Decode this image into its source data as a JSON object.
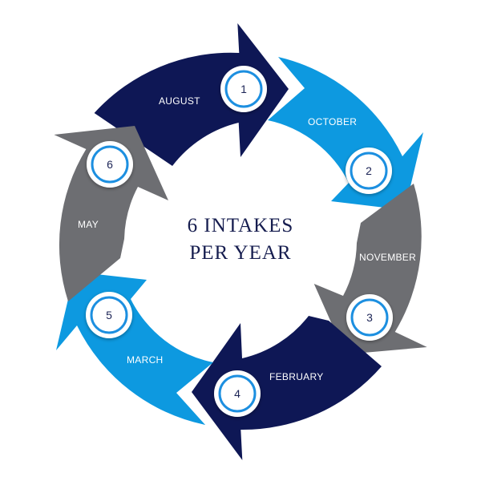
{
  "title": {
    "line1": "6 INTAKES",
    "line2": "PER YEAR"
  },
  "colors": {
    "navy": "#0e1755",
    "light_blue": "#0d99e0",
    "gray": "#6d6e72",
    "badge_ring": "#1f8fe0",
    "title": "#161d4f"
  },
  "intakes": [
    {
      "number": "1",
      "month": "AUGUST",
      "color": "navy"
    },
    {
      "number": "2",
      "month": "OCTOBER",
      "color": "light_blue"
    },
    {
      "number": "3",
      "month": "NOVEMBER",
      "color": "gray"
    },
    {
      "number": "4",
      "month": "FEBRUARY",
      "color": "navy"
    },
    {
      "number": "5",
      "month": "MARCH",
      "color": "light_blue"
    },
    {
      "number": "6",
      "month": "MAY",
      "color": "gray"
    }
  ]
}
